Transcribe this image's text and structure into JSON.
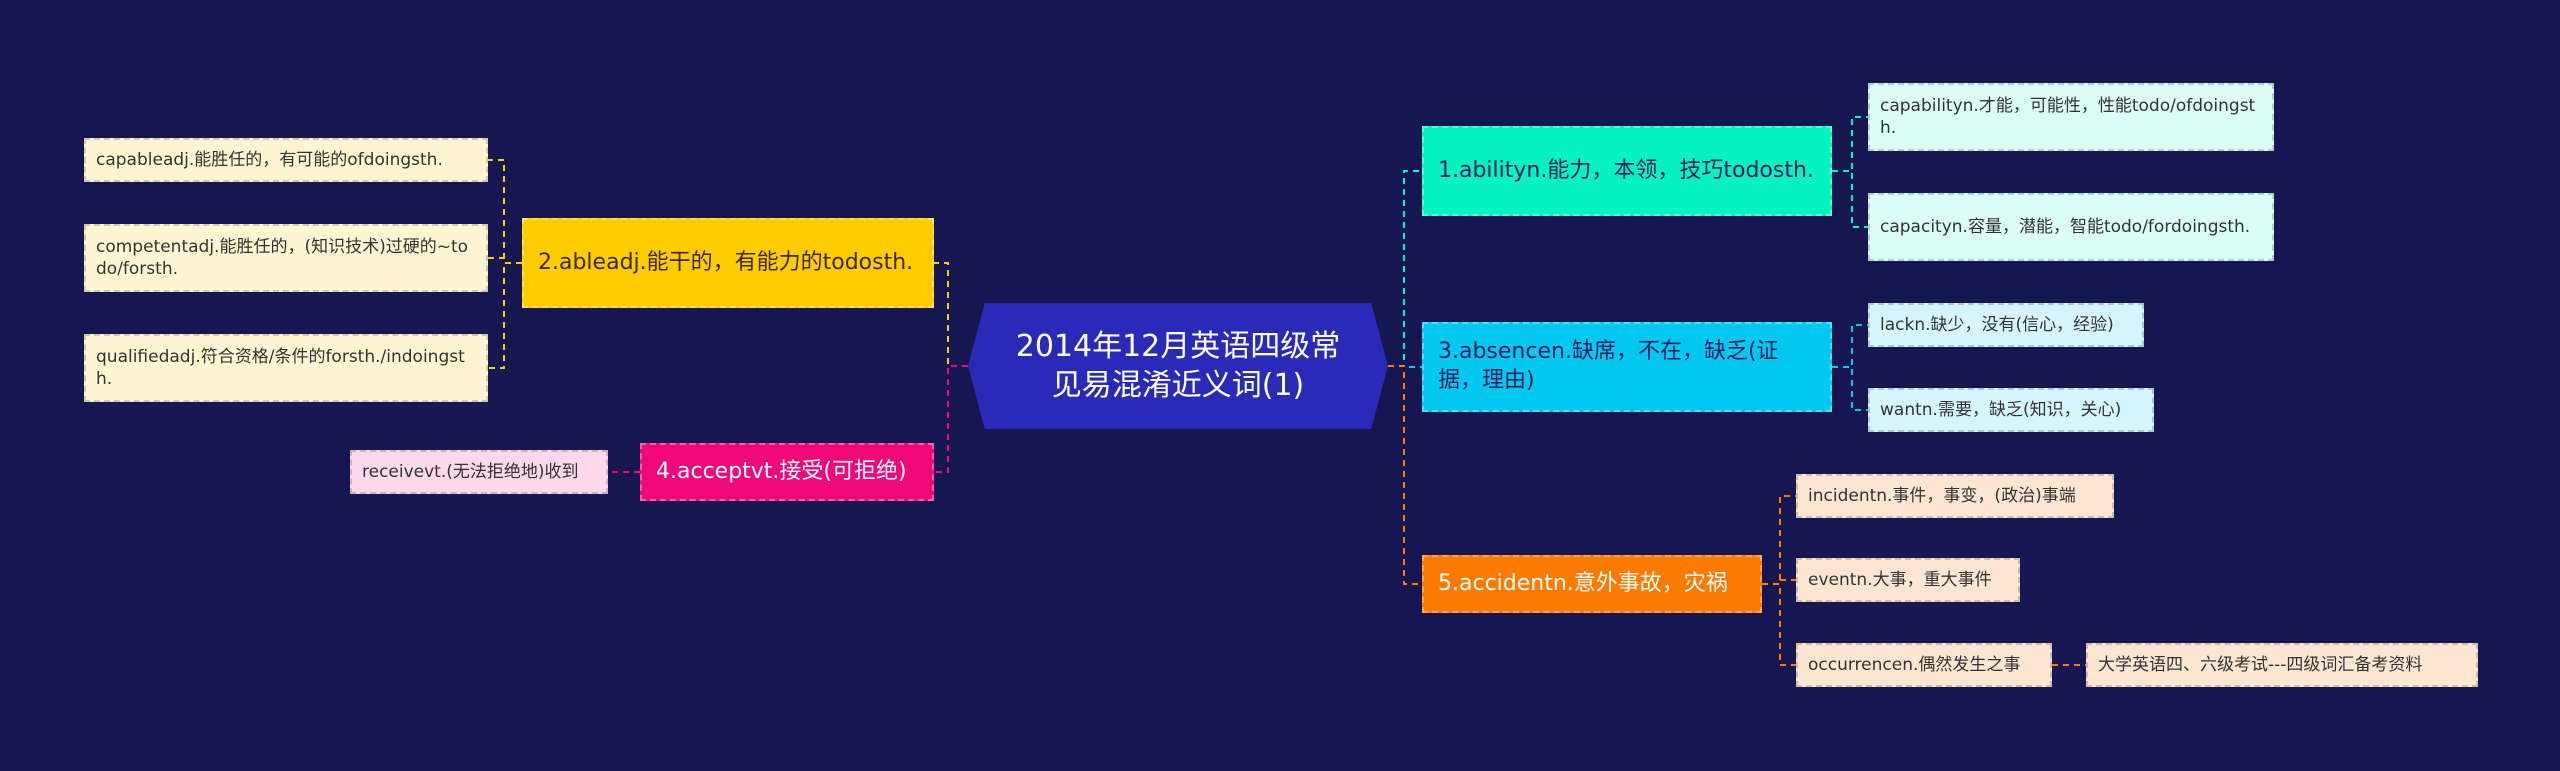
{
  "center": {
    "title": "2014年12月英语四级常见易混淆近义词(1)",
    "color": "#2a2ab8"
  },
  "branches": [
    {
      "label": "1.abilityn.能力，本领，技巧todosth.",
      "color": "#06f2c0",
      "leaf_color": "#dbfff6",
      "leaves": [
        {
          "label": "capabilityn.才能，可能性，性能todo/ofdoingsth."
        },
        {
          "label": "capacityn.容量，潜能，智能todo/fordoingsth."
        }
      ]
    },
    {
      "label": "2.ableadj.能干的，有能力的todosth.",
      "color": "#ffcc00",
      "leaf_color": "#fff5d3",
      "leaves": [
        {
          "label": "capableadj.能胜任的，有可能的ofdoingsth."
        },
        {
          "label": "competentadj.能胜任的，(知识技术)过硬的~todo/forsth."
        },
        {
          "label": "qualifiedadj.符合资格/条件的forsth./indoingsth."
        }
      ]
    },
    {
      "label": "3.absencen.缺席，不在，缺乏(证据，理由)",
      "color": "#00c8f0",
      "leaf_color": "#d6f6ff",
      "leaves": [
        {
          "label": "lackn.缺少，没有(信心，经验)"
        },
        {
          "label": "wantn.需要，缺乏(知识，关心)"
        }
      ]
    },
    {
      "label": "4.acceptvt.接受(可拒绝)",
      "color": "#f0087a",
      "leaf_color": "#ffd9eb",
      "leaves": [
        {
          "label": "receivevt.(无法拒绝地)收到"
        }
      ]
    },
    {
      "label": "5.accidentn.意外事故，灾祸",
      "color": "#ff7a00",
      "leaf_color": "#ffe6d3",
      "leaves": [
        {
          "label": "incidentn.事件，事变，(政治)事端"
        },
        {
          "label": "eventn.大事，重大事件"
        },
        {
          "label": "occurrencen.偶然发生之事",
          "child": "大学英语四、六级考试---四级词汇备考资料"
        }
      ]
    }
  ]
}
